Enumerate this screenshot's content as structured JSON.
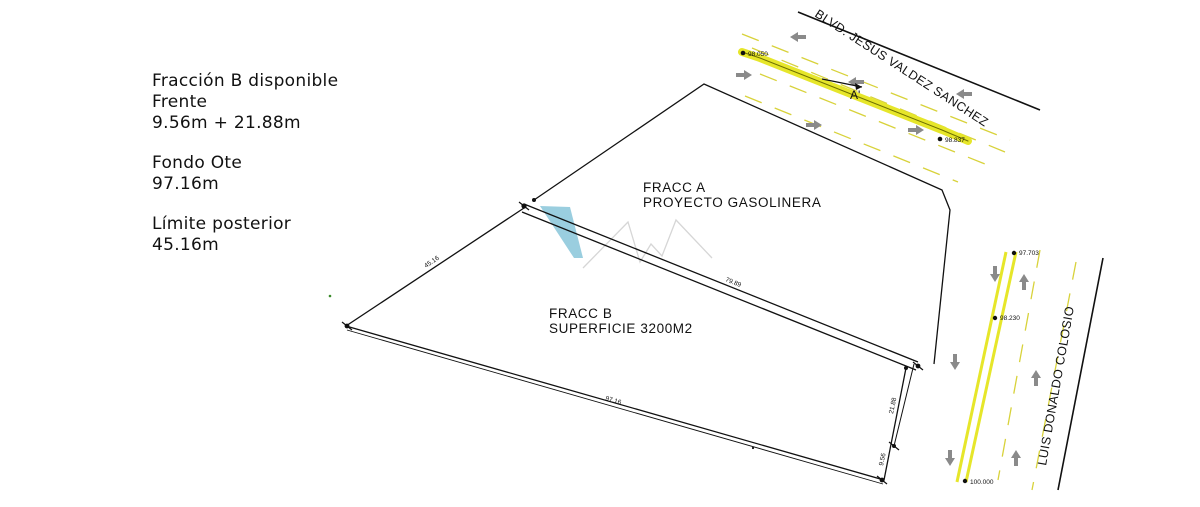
{
  "info": {
    "line1": "Fracción B disponible",
    "line2": "Frente",
    "line3": "9.56m + 21.88m",
    "line4": "Fondo Ote",
    "line5": "97.16m",
    "line6": "Límite posterior",
    "line7": "45.16m"
  },
  "plan": {
    "fracc_a_title": "FRACC A",
    "fracc_a_subtitle": "PROYECTO GASOLINERA",
    "fracc_b_title": "FRACC B",
    "fracc_b_subtitle": "SUPERFICIE 3200M2",
    "dim_west": "45.16",
    "dim_divider": "79.89",
    "dim_south": "97.16",
    "dim_east_upper": "21.88",
    "dim_east_lower": "9.56",
    "section_marker": "A'"
  },
  "roads": {
    "north_name": "BLVD. JESUS VALDEZ SANCHEZ",
    "east_name": "LUIS DONALDO COLOSIO",
    "north_elev_start": "98.050",
    "north_elev_end": "98.837",
    "east_elev_top": "97.703",
    "east_elev_mid": "98.230",
    "east_elev_bottom": "100.000"
  },
  "colors": {
    "road_highlight": "#e6e62a",
    "watermark": "#8fc9db",
    "linework": "#111111",
    "arrow": "#8a8a8a"
  }
}
